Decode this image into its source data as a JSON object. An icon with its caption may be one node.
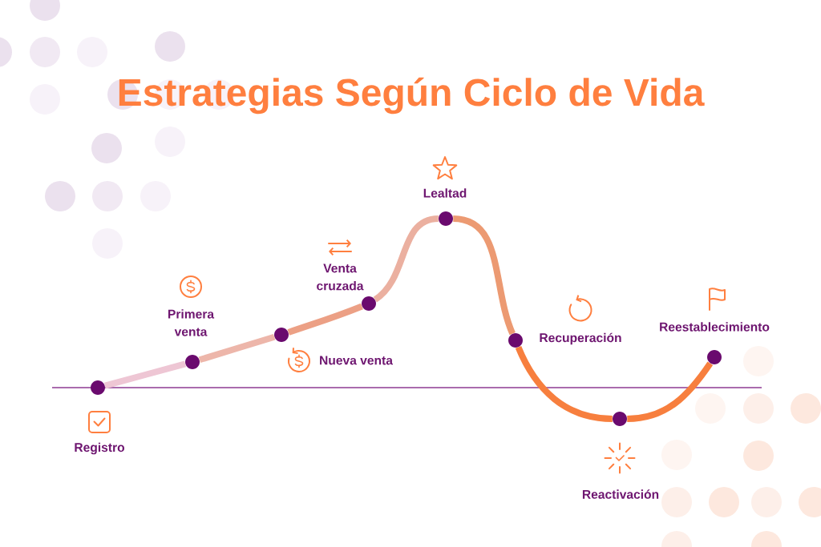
{
  "diagram": {
    "title": "Estrategias Según Ciclo de Vida",
    "nodes": [
      {
        "text": [],
        "shape": "circle",
        "beside": [
          "Registro"
        ]
      },
      {
        "text": [],
        "shape": "circle",
        "beside": [
          "Primera venta"
        ]
      },
      {
        "text": [],
        "shape": "circle",
        "beside": [
          "Nueva venta"
        ]
      },
      {
        "text": [],
        "shape": "circle",
        "beside": [
          "Venta cruzada"
        ]
      },
      {
        "text": [],
        "shape": "circle",
        "beside": [
          "Lealtad"
        ]
      },
      {
        "text": [],
        "shape": "circle",
        "beside": [
          "Recuperación"
        ]
      },
      {
        "text": [],
        "shape": "circle"
      },
      {
        "text": [],
        "shape": "circle",
        "beside": [
          "Reestablecimiento"
        ]
      }
    ],
    "edges": [
      {
        "from": 0,
        "to": 1,
        "arrow": "none",
        "color": "#eec6d4"
      },
      {
        "from": 1,
        "to": 2,
        "arrow": "none",
        "color": "#edb6aa"
      },
      {
        "from": 2,
        "to": 3,
        "arrow": "none",
        "color": "#eca085"
      },
      {
        "from": 3,
        "to": 4,
        "arrow": "none",
        "color": "#ebb0a0"
      },
      {
        "from": 4,
        "to": 5,
        "arrow": "none",
        "color": "#ec9a72"
      },
      {
        "from": 5,
        "to": 6,
        "arrow": "none"
      },
      {
        "from": 6,
        "to": 7,
        "arrow": "none"
      }
    ],
    "labels": [
      "Reactivación"
    ]
  }
}
